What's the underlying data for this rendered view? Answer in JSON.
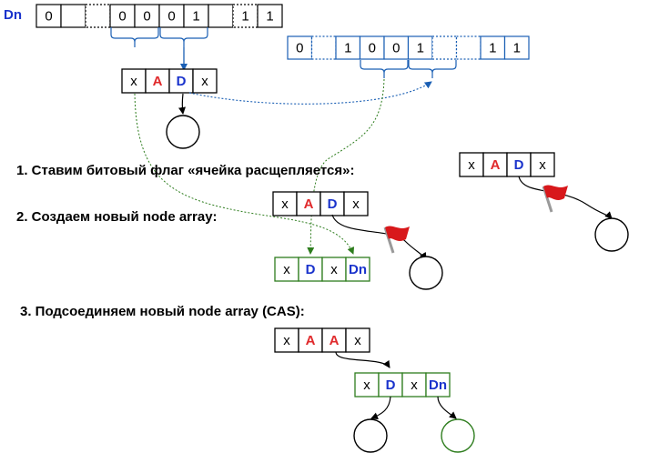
{
  "dn_label": "Dn",
  "top_bits": [
    "0",
    "",
    "",
    "0",
    "0",
    "0",
    "1",
    "",
    "1",
    "1"
  ],
  "second_bits": [
    "0",
    "",
    "1",
    "0",
    "0",
    "1",
    "",
    "",
    "1",
    "1"
  ],
  "node_xadx": [
    "x",
    "A",
    "D",
    "x"
  ],
  "node_xdxdn": [
    "x",
    "D",
    "x",
    "Dn"
  ],
  "node_xaax": [
    "x",
    "A",
    "A",
    "x"
  ],
  "steps": {
    "step1": "1. Ставим битовый флаг «ячейка расщепляется»:",
    "step2": "2. Создаем новый node array:",
    "step3": "3. Подсоединяем новый node array (CAS):"
  },
  "colors": {
    "black": "#000000",
    "blue_box": "#1a5fb4",
    "green_box": "#2e7d1e",
    "red_text": "#e0292b",
    "blue_text": "#1a33cc",
    "flag_red": "#d8181b",
    "pole_grey": "#9a9a9a"
  }
}
